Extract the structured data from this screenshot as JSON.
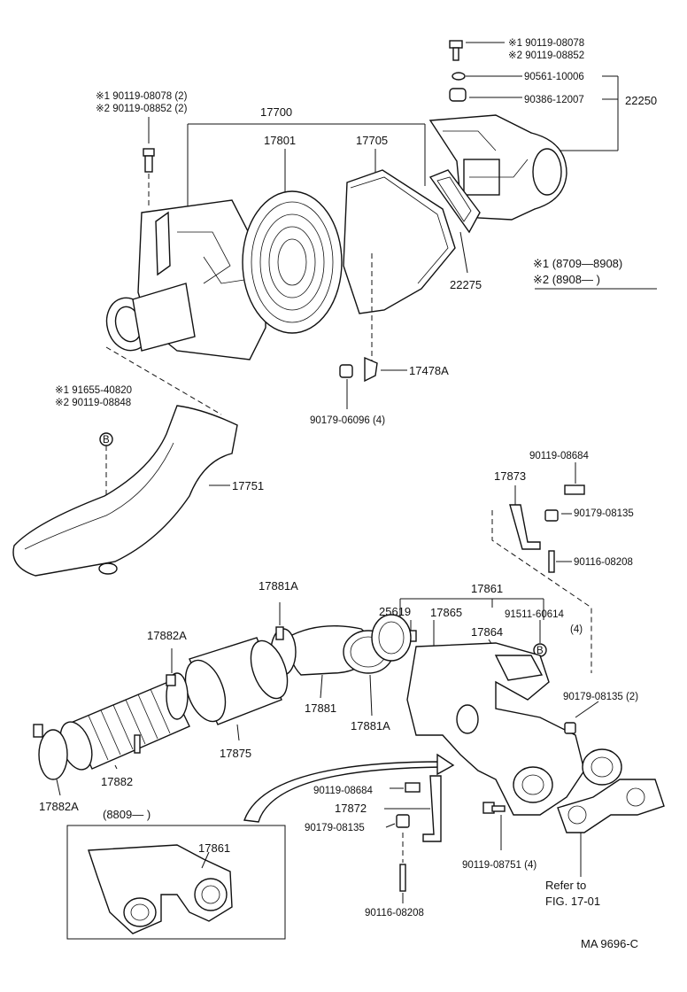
{
  "notes": {
    "bolt_top_a": "※1 90119-08078",
    "bolt_top_b": "※2 90119-08852",
    "bolt_left_a": "※1 90119-08078 (2)",
    "bolt_left_b": "※2 90119-08852 (2)",
    "duct_bolt_a": "※1 91655-40820",
    "duct_bolt_b": "※2 90119-08848",
    "legend_1": "※1 (8709—8908)",
    "legend_2": "※2 (8908—        )",
    "inset_range": "(8809—        )",
    "refer_1": "Refer to",
    "refer_2": "FIG. 17-01",
    "code": "MA  9696-C"
  },
  "labels": {
    "p17700": "17700",
    "p17801": "17801",
    "p17705": "17705",
    "p90561": "90561-10006",
    "p90386": "90386-12007",
    "p22250": "22250",
    "p22275": "22275",
    "p17478A": "17478A",
    "p90179_06096": "90179-06096 (4)",
    "p17751": "17751",
    "p90119_08684_a": "90119-08684",
    "p17873": "17873",
    "p90179_08135_a": "90179-08135",
    "p90116_08208_a": "90116-08208",
    "p17861_a": "17861",
    "p17881A_a": "17881A",
    "p25619": "25619",
    "p17865": "17865",
    "p91511": "91511-60614",
    "p91511_qty": "(4)",
    "p17864": "17864",
    "p17882A_a": "17882A",
    "p90179_08135_2": "90179-08135 (2)",
    "p17881": "17881",
    "p17881A_b": "17881A",
    "p17875": "17875",
    "p17882": "17882",
    "p17882A_b": "17882A",
    "p90119_08684_b": "90119-08684",
    "p17872": "17872",
    "p90179_08135_b": "90179-08135",
    "p90119_08751": "90119-08751 (4)",
    "p90116_08208_b": "90116-08208",
    "p17861_b": "17861",
    "marker_b": "B"
  }
}
